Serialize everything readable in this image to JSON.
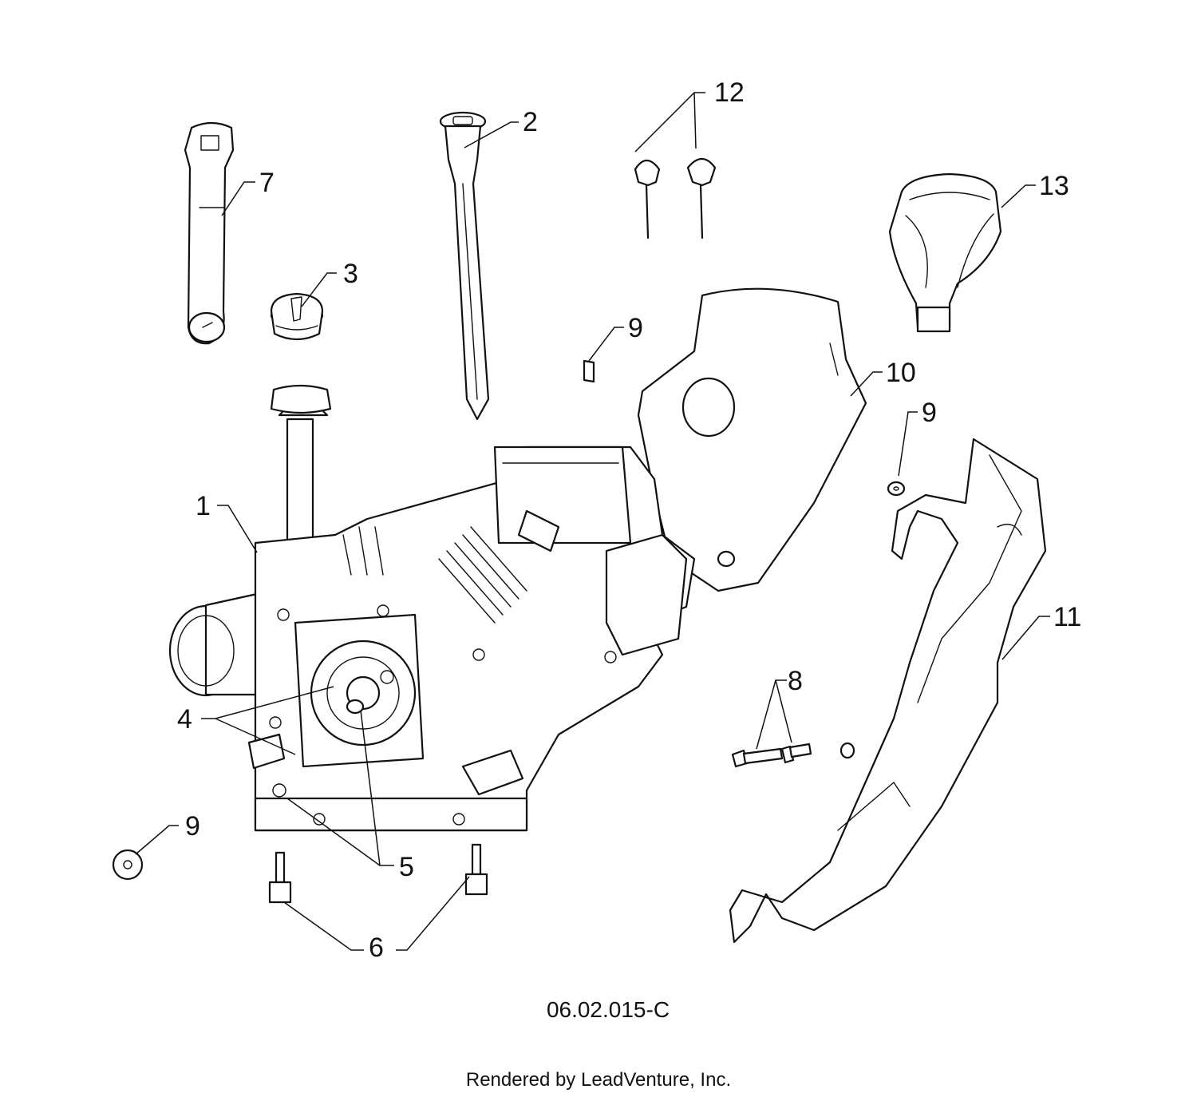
{
  "callouts": {
    "c1": "1",
    "c2": "2",
    "c3": "3",
    "c4": "4",
    "c5": "5",
    "c6": "6",
    "c7": "7",
    "c8": "8",
    "c9a": "9",
    "c9b": "9",
    "c9c": "9",
    "c10": "10",
    "c11": "11",
    "c12": "12",
    "c13": "13"
  },
  "drawing_number": "06.02.015-C",
  "credit": "Rendered by LeadVenture, Inc."
}
